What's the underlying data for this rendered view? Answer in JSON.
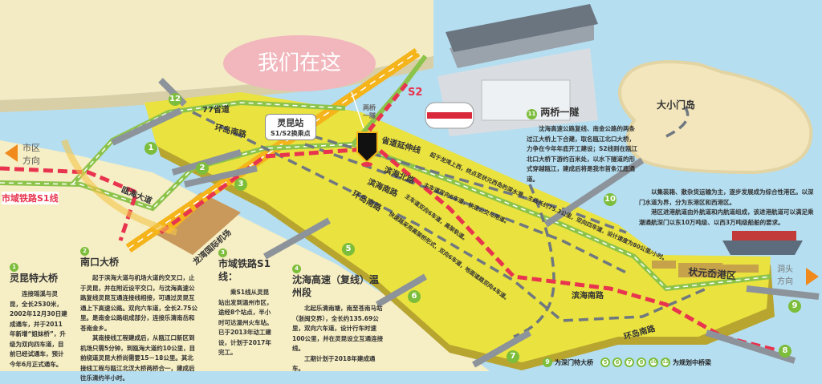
{
  "bubble": {
    "text": "我们在这"
  },
  "labels": {
    "road77": "77省道",
    "huandao_nan_1": "环岛南路",
    "station": "灵昆站",
    "transfer": "S1/S2换乘点",
    "two_bridges_marker": "两桥一隧",
    "s2": "S2",
    "shengdao_ext": "省道延伸线",
    "shengdao_desc": "起于龙湾上西，终点至状元西岛的深水港，主线长约75.3公里，双向四车道，设计速度为80公里/小时。",
    "binhai_bei": "滨海北路",
    "binhai_nan": "滨海南路",
    "huandao_nan_2": "环岛南路",
    "binhai_bei_desc": "主车道双向6车道，快速公交与用道。",
    "binhai_nan_desc": "主车道双向6车道，高架轨道。",
    "huandao_desc": "快速路采用高架桥形式，双向6车道，地面道路双向4车道。",
    "ouhai_avenue": "瓯海大道",
    "city_direction": "市区方向",
    "s1_line": "市域铁路S1线",
    "airport": "龙湾国际机场",
    "daxiaomen": "大小门岛",
    "zhuangyuanao": "状元岙港区",
    "dongtou_direction": "洞头方向",
    "binhai_nan_east": "滨海南路",
    "huandao_nan_east": "环岛南路"
  },
  "bridge_numbers": [
    "1",
    "2",
    "3",
    "5",
    "6",
    "7",
    "8",
    "9",
    "10",
    "12"
  ],
  "info": {
    "b1": {
      "num": "1",
      "title": "灵昆特大桥",
      "text": "连接瑶溪与灵昆，全长2530米，2002年12月30日建成通车，并于2011年新增“姐妹桥”，升级为双向四车道，目前已经试通车，预计今年6月正式通车。"
    },
    "b2": {
      "num": "2",
      "title": "南口大桥",
      "p1": "起于滨海大道与机场大道的交叉口，止于灵昆，并在附近设平交口，与沈海高速公路复线灵昆互通连接线相接，可通过灵昆互通上下高速公路。双向六车道，全长2.75公里。是南金公路组成部分，连接乐清南岳和苍南金乡。",
      "p2": "其南接线工程建成后，从瓯江口新区到机场只需5分钟，到瓯海大道约10公里，目前绕道灵昆大桥尚需要15－18公里。其北接线工程与瓯江北汊大桥两桥合一，建成后往乐清约半小时。"
    },
    "b3": {
      "num": "3",
      "title": "市域铁路S1线：",
      "text": "乘S1线从灵昆站出发到温州市区，途经8个站点，半小时可达温州火车站。已于2013年动工建设，计划于2017年完工。"
    },
    "b4": {
      "num": "4",
      "title": "沈海高速（复线）温州段",
      "p1": "北起乐清南塘，南至苍南马站（浙闽交界），全长约135.69公里，双向六车道，设计行车时速100公里，并在灵昆设立互通连接线。",
      "p2": "工期计划于2018年建成通车。"
    },
    "b11": {
      "num": "11",
      "title": "两桥一隧",
      "text": "沈海高速公路复线、南金公路的两条过江大桥上下合建，取名瓯江北口大桥，力争在今年年底开工建设；S2线则在瓯江北口大桥下游约百米处，以水下隧道的形式穿越瓯江，建成后将是我市首条江底通道。"
    },
    "port": {
      "p1": "以集装箱、散杂货运输为主，逐步发展成为综合性港区。以深门水道为界，分为东港区和西港区。",
      "p2": "港区进港航道由外航道和内航道组成，该进港航道可以满足乘潮通航深门以东10万吨级、以西3万吨级船舶的要求。"
    }
  },
  "legend": {
    "existing_num": "9",
    "existing_text": "为深门特大桥",
    "planned_nums": [
      "5",
      "6",
      "7",
      "8",
      "10",
      "12"
    ],
    "planned_text": "为规划中桥梁"
  },
  "colors": {
    "water": "#b5def0",
    "land": "#f6eec4",
    "island": "#e8e040",
    "rail": "#e8344e",
    "road_green": "#8cc34a",
    "highway": "#f4b41a",
    "arrow": "#f08a1c"
  }
}
